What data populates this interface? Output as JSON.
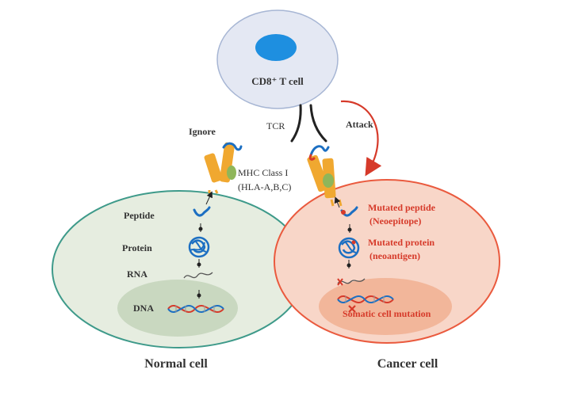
{
  "tcell": {
    "label": "CD8⁺ T cell"
  },
  "receptor": {
    "tcr_label": "TCR"
  },
  "actions": {
    "ignore_label": "Ignore",
    "attack_label": "Attack"
  },
  "mhc": {
    "line1": "MHC Class I",
    "line2": "(HLA-A,B,C)"
  },
  "normal_cell": {
    "title": "Normal cell",
    "peptide_label": "Peptide",
    "protein_label": "Protein",
    "rna_label": "RNA",
    "dna_label": "DNA"
  },
  "cancer_cell": {
    "title": "Cancer cell",
    "mutated_peptide_label": "Mutated peptide",
    "neoepitope_label": "(Neoepitope)",
    "mutated_protein_label": "Mutated protein",
    "neoantigen_label": "(neoantigen)",
    "mutation_label": "Somatic cell mutation"
  },
  "colors": {
    "tcell_fill": "#e4e8f3",
    "tcell_nucleus": "#1e8fe0",
    "normal_fill": "#e6ede0",
    "normal_stroke": "#3e9a8a",
    "normal_nucleus": "#c9d8c0",
    "cancer_fill": "#f8d6c8",
    "cancer_stroke": "#ea5a3e",
    "cancer_nucleus": "#f2b69a",
    "mhc_orange": "#f0a830",
    "mhc_green": "#8fb65a",
    "peptide_blue": "#1c6fc2",
    "mutation_red": "#d63a2a",
    "label_red": "#d63a2a"
  }
}
